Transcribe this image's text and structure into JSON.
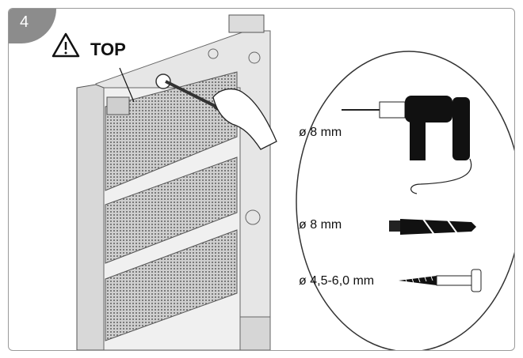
{
  "step": {
    "number": "4"
  },
  "warning": {
    "label": "TOP",
    "icon": "warning-triangle-icon"
  },
  "specs": {
    "drill_diameter": "ø 8 mm",
    "plug_diameter": "ø 8 mm",
    "screw_diameter": "ø 4,5-6,0 mm"
  },
  "icons": [
    "warning-triangle-icon",
    "drill-icon",
    "wall-plug-icon",
    "screw-icon",
    "hand-icon",
    "screwdriver-icon"
  ]
}
